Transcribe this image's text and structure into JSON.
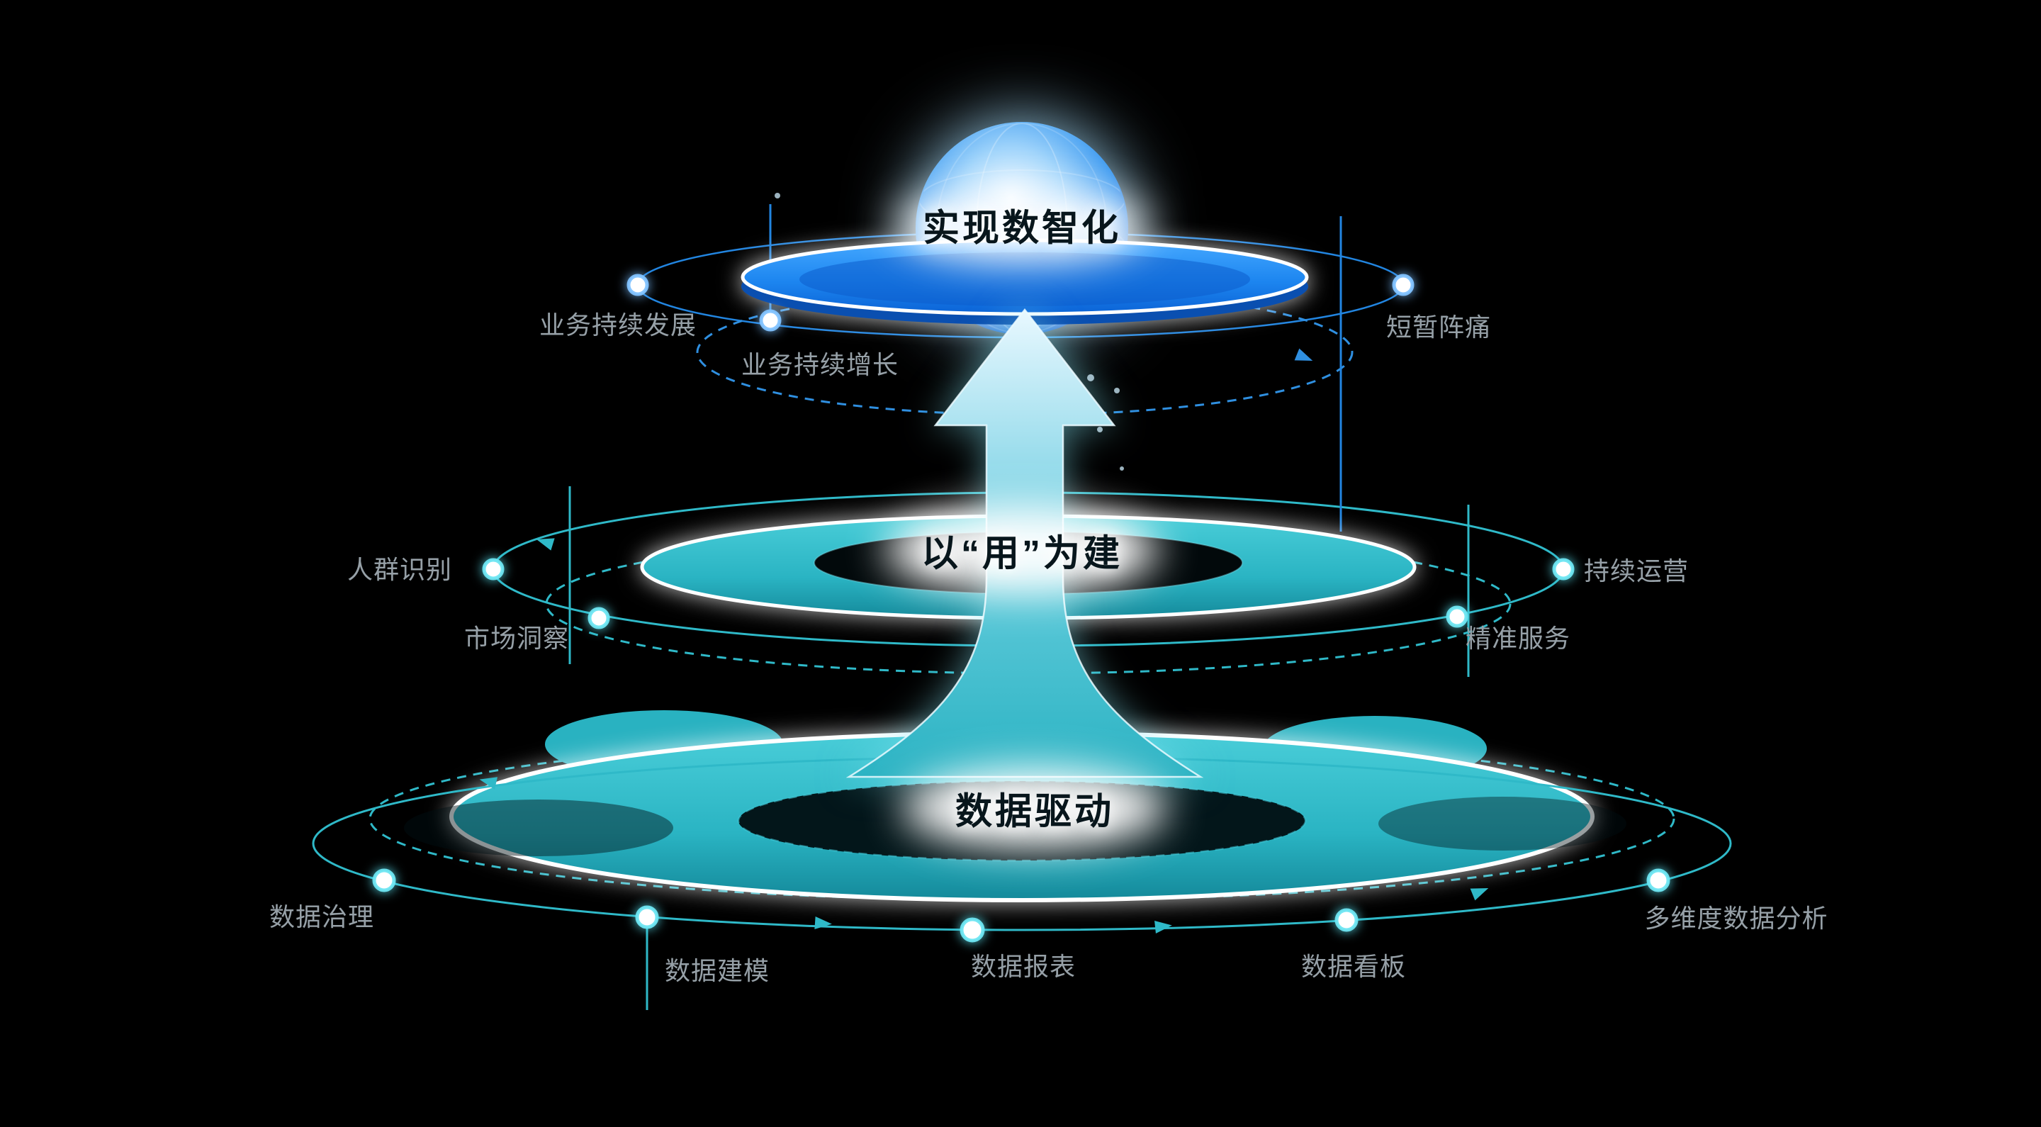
{
  "tiers": {
    "top": {
      "label": "实现数智化"
    },
    "middle": {
      "label": "以“用”为建"
    },
    "bottom": {
      "label": "数据驱动"
    }
  },
  "annotations": {
    "top_left_upper": "业务持续发展",
    "top_left_lower": "业务持续增长",
    "top_right": "短暂阵痛",
    "middle_left_upper": "人群识别",
    "middle_left_lower": "市场洞察",
    "middle_right_upper": "持续运营",
    "middle_right_lower": "精准服务",
    "bottom_far_left": "数据治理",
    "bottom_left": "数据建模",
    "bottom_center": "数据报表",
    "bottom_right": "数据看板",
    "bottom_far_right": "多维度数据分析"
  },
  "colors": {
    "background": "#000000",
    "top_tier_blue": "#1d86f0",
    "lower_tier_teal": "#2ab4c3",
    "annotation_gray": "#96a0a7",
    "rim_white": "#ffffff"
  }
}
